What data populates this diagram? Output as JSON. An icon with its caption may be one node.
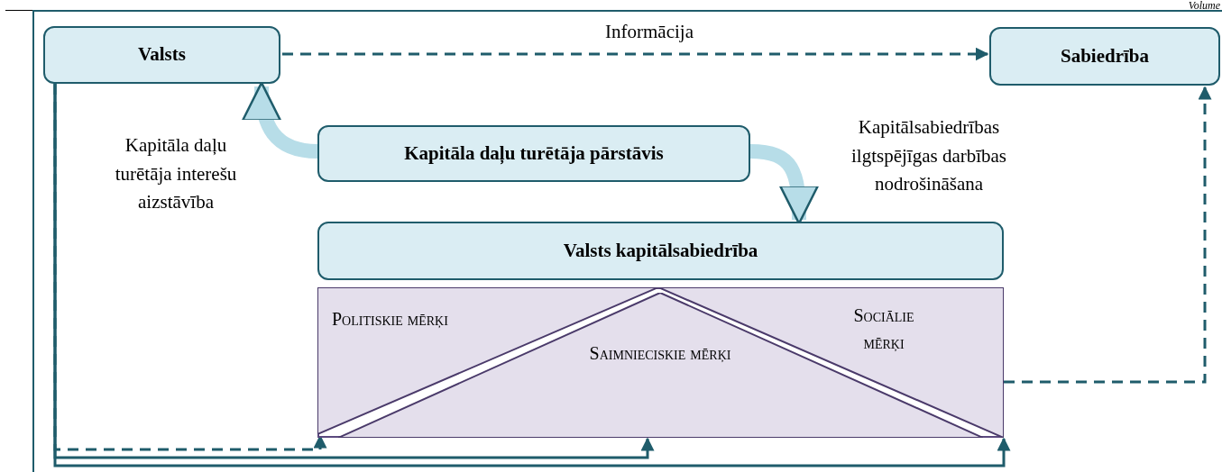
{
  "diagram": {
    "nodes": [
      {
        "text": [
          "Valsts"
        ]
      },
      {
        "text": [
          "Sabiedrība"
        ]
      },
      {
        "text": [
          "Kapitāla daļu turētāja pārstāvis"
        ]
      },
      {
        "text": [
          "Valsts kapitālsabiedrība"
        ]
      },
      {
        "text": [],
        "shape": "box"
      },
      {
        "text": [
          "Politiskie mērķi"
        ],
        "in": 4
      },
      {
        "text": [
          "Saimnieciskie mērķi"
        ],
        "in": 4
      },
      {
        "text": [
          "Sociālie mērķi"
        ],
        "in": 4
      }
    ],
    "edges": [
      {
        "from": 0,
        "to": 1,
        "arrow": "to",
        "style": "dashed",
        "label": "Informācija"
      },
      {
        "from": 2,
        "to": 0,
        "arrow": "to",
        "style": "thick",
        "color": "#b7dde8",
        "label": "Kapitāla daļu turētāja interešu aizstāvība"
      },
      {
        "from": 2,
        "to": 3,
        "arrow": "to",
        "style": "thick",
        "color": "#b7dde8",
        "label": "Kapitālsabiedrības ilgtspējīgas darbības nodrošināšana"
      },
      {
        "from": 0,
        "to": 5,
        "arrow": "to",
        "style": "dashed"
      },
      {
        "from": 0,
        "to": 6,
        "arrow": "to"
      },
      {
        "from": 0,
        "to": 7,
        "arrow": "to"
      },
      {
        "from": 7,
        "to": 1,
        "arrow": "to",
        "style": "dashed"
      }
    ],
    "labels": [
      "Volume"
    ]
  }
}
